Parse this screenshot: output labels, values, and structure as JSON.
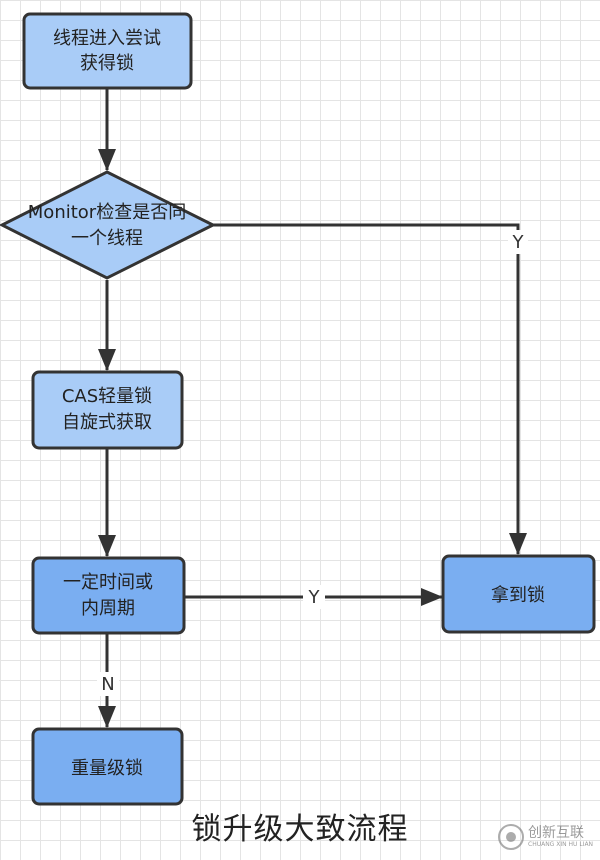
{
  "nodes": {
    "start": {
      "line1": "线程进入尝试",
      "line2": "获得锁"
    },
    "decision": {
      "line1": "Monitor检查是否同",
      "line2": "一个线程"
    },
    "cas": {
      "line1": "CAS轻量锁",
      "line2": "自旋式获取"
    },
    "period": {
      "line1": "一定时间或",
      "line2": "内周期"
    },
    "acquired": {
      "line1": "拿到锁"
    },
    "heavy": {
      "line1": "重量级锁"
    }
  },
  "edges": {
    "decision_yes": "Y",
    "period_yes": "Y",
    "period_no": "N"
  },
  "caption": "锁升级大致流程",
  "watermark": {
    "cn": "创新互联",
    "en": "CHUANG XIN HU LIAN"
  },
  "colors": {
    "node_light": "#a9ccf7",
    "node_dark": "#7aaef1",
    "stroke": "#333333",
    "grid": "#e4e4e4"
  }
}
